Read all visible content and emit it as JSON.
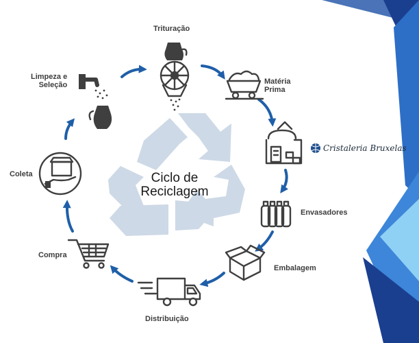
{
  "center": {
    "line1": "Ciclo de",
    "line2": "Reciclagem"
  },
  "brand": {
    "name": "Cristaleria Bruxelas",
    "icon": "globe-logo-icon"
  },
  "stages": [
    {
      "id": "trituracao",
      "label": "Trituração",
      "icon": "crusher-icon"
    },
    {
      "id": "materia-prima",
      "line1": "Matéria",
      "line2": "Prima",
      "icon": "mine-cart-icon"
    },
    {
      "id": "fabrica",
      "icon": "factory-icon"
    },
    {
      "id": "envasadores",
      "label": "Envasadores",
      "icon": "bottles-icon"
    },
    {
      "id": "embalagem",
      "label": "Embalagem",
      "icon": "open-box-icon"
    },
    {
      "id": "distribuicao",
      "label": "Distribuição",
      "icon": "delivery-truck-icon"
    },
    {
      "id": "compra",
      "label": "Compra",
      "icon": "shopping-cart-icon"
    },
    {
      "id": "coleta",
      "label": "Coleta",
      "icon": "collection-box-icon"
    },
    {
      "id": "limpeza",
      "line1": "Limpeza e",
      "line2": "Seleção",
      "icon": "faucet-jug-icon"
    }
  ],
  "colors": {
    "arrow": "#1f5fa8",
    "icon": "#3f3f3f",
    "recycle": "#cdd9e6",
    "corner_light": "#5ab4ef",
    "corner_mid": "#2d6fc7",
    "corner_dark": "#1b3f8f"
  }
}
